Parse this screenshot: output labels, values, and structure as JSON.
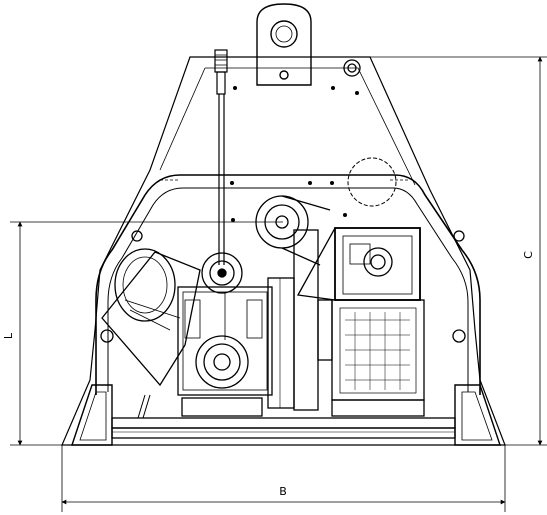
{
  "drawing": {
    "stroke_color": "#000000",
    "background": "#ffffff",
    "dimensions": {
      "width_label": "B",
      "height_label": "C",
      "side_label": "L"
    }
  }
}
